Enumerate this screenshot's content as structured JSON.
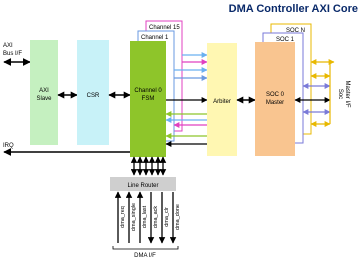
{
  "title": "DMA Controller AXI Core",
  "external": {
    "axi_bus_line1": "AXI",
    "axi_bus_line2": "Bus I/F",
    "irq": "IRQ",
    "master_if": "Master I/F",
    "soc_if": "Soc"
  },
  "blocks": {
    "axi_slave_line1": "AXI",
    "axi_slave_line2": "Slave",
    "csr": "CSR",
    "channel15": "Channel 15",
    "channel1": "Channel 1",
    "channel0_line1": "Channel 0",
    "channel0_line2": "FSM",
    "arbiter": "Arbiter",
    "socn": "SOC N",
    "soc1": "SOC 1",
    "soc0_line1": "SOC 0",
    "soc0_line2": "Master",
    "line_router": "Line Router"
  },
  "dma_signals": [
    "dma_req",
    "dma_single",
    "dma_last",
    "dma_ack",
    "dma_clr",
    "dma_done"
  ],
  "dma_if": "DMA I/F",
  "colors": {
    "axi_slave": "#c5f0c0",
    "csr": "#c8f2f8",
    "channel_fsm": "#8ec52a",
    "channel15_border": "#e040c0",
    "channel1_border": "#6a9ae0",
    "arbiter": "#fff7b2",
    "soc_master": "#f9c590",
    "socn_border": "#e8b800",
    "soc1_border": "#7a7ad8",
    "line_router": "#cfcfcf",
    "title": "#0a2a6a"
  }
}
